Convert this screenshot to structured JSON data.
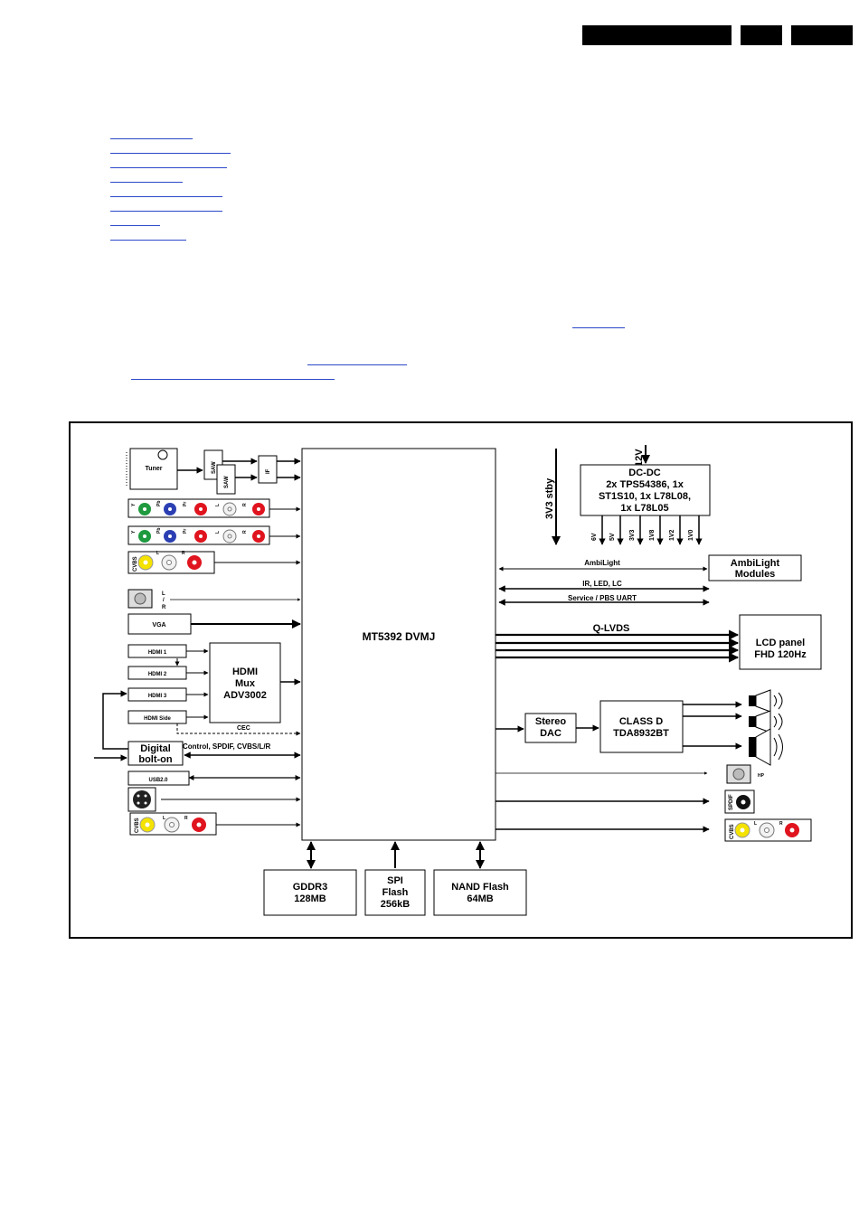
{
  "blocks": {
    "soc": "MT5392 DVMJ",
    "tuner": "Tuner",
    "saw1": "SAW",
    "saw2": "SAW",
    "if": "IF",
    "vga": "VGA",
    "hdmi1": "HDMI 1",
    "hdmi2": "HDMI 2",
    "hdmi3": "HDMI 3",
    "hdmi_side": "HDMI Side",
    "hdmi_mux": [
      "HDMI",
      "Mux",
      "ADV3002"
    ],
    "cec": "CEC",
    "digital_bolt_on": [
      "Digital",
      "bolt-on"
    ],
    "bolt_on_bus": "Control, SPDIF, CVBS/L/R",
    "usb": "USB2.0",
    "dcdc": [
      "DC-DC",
      "2x TPS54386, 1x",
      "ST1S10, 1x L78L08,",
      "1x L78L05"
    ],
    "supply_12v": "12V",
    "standby": "3V3 stby",
    "rails": [
      "6V",
      "5V",
      "3V3",
      "1V8",
      "1V2",
      "1V0"
    ],
    "ambilight_bus": "AmbiLight",
    "ambilight_modules": [
      "AmbiLight",
      "Modules"
    ],
    "ir_bus": "IR, LED, LC",
    "service_bus": "Service / PBS UART",
    "qlvds": "Q-LVDS",
    "lcd_panel": [
      "LCD panel",
      "FHD 120Hz"
    ],
    "stereo_dac": [
      "Stereo",
      "DAC"
    ],
    "class_d": [
      "CLASS D",
      "TDA8932BT"
    ],
    "gddr3": [
      "GDDR3",
      "128MB"
    ],
    "spi_flash": [
      "SPI",
      "Flash",
      "256kB"
    ],
    "nand_flash": [
      "NAND Flash",
      "64MB"
    ],
    "spdif": "SPDIF",
    "hp": "HP",
    "jack_labels": {
      "y": "Y",
      "pb": "Pb",
      "pr": "Pr",
      "l": "L",
      "r": "R",
      "cvbs": "CVBS",
      "l_slash_r": [
        "L",
        "/",
        "R"
      ]
    }
  },
  "colors": {
    "jack_green": "#1f9a3f",
    "jack_blue": "#2b3fb3",
    "jack_red": "#e0141e",
    "jack_yellow": "#f4e200",
    "jack_white": "#f2f2f2",
    "header_black": "#000000",
    "link_blue": "#2a48c8"
  }
}
